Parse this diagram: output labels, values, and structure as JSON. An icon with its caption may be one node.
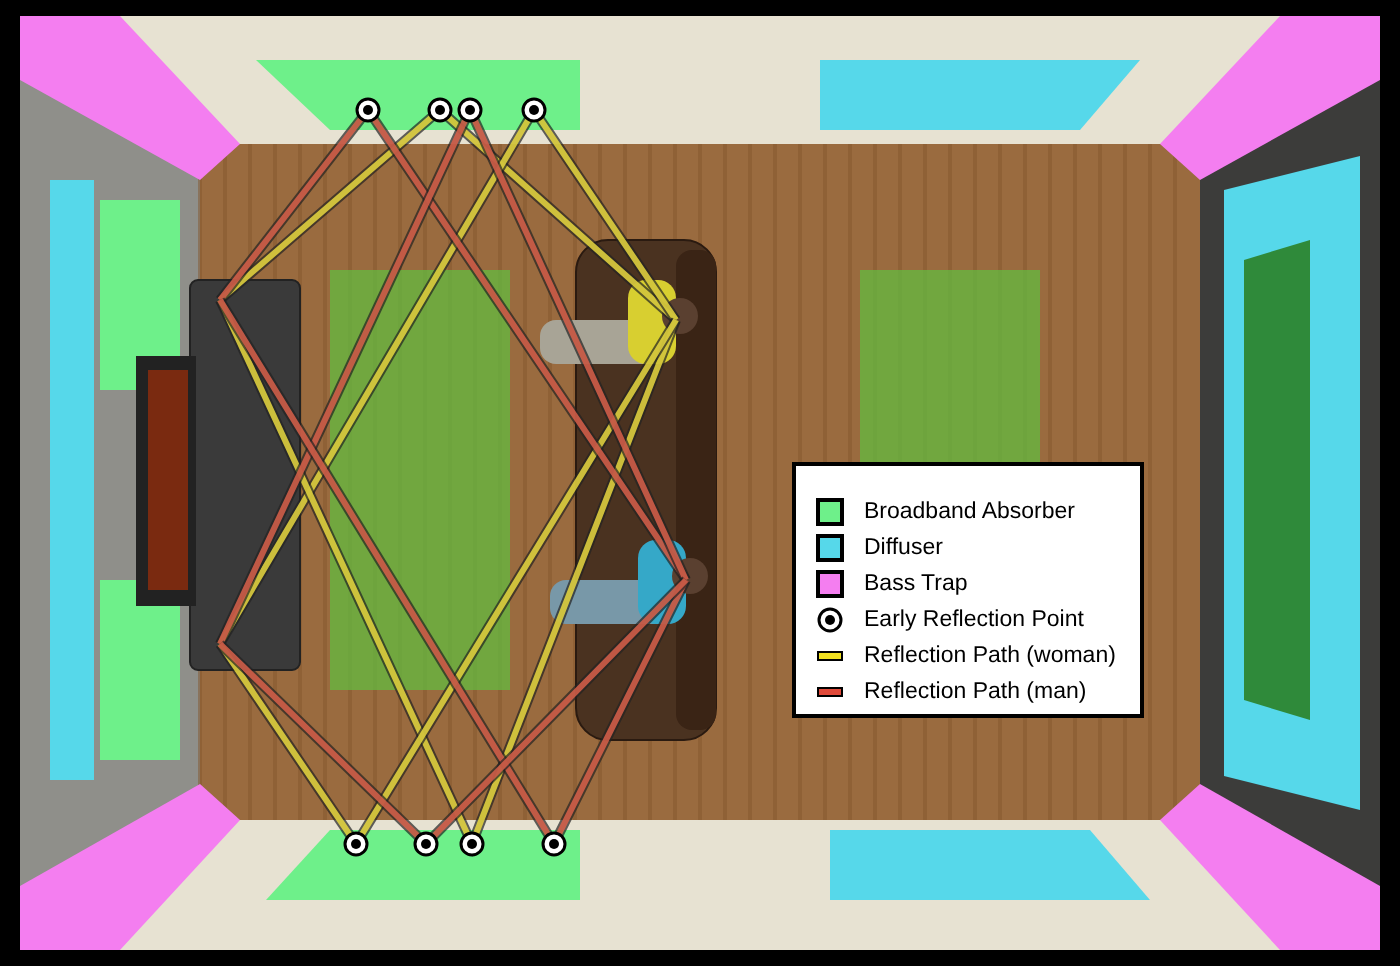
{
  "diagram": {
    "legend": [
      {
        "text": "Broadband Absorber",
        "color": "#6ef08a"
      },
      {
        "text": "Diffuser",
        "color": "#56d8ea"
      },
      {
        "text": "Bass Trap",
        "color": "#f47ef0"
      },
      {
        "text": "Early Reflection Point"
      },
      {
        "text": "Reflection Path (woman)"
      },
      {
        "text": "Reflection Path (man)"
      }
    ]
  }
}
